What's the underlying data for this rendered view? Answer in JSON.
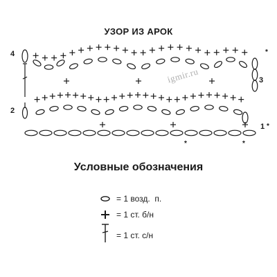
{
  "title": "УЗОР ИЗ АРОК",
  "watermark": "igmir.ru",
  "row_labels": {
    "r1": "1",
    "r2": "2",
    "r3": "3",
    "r4": "4"
  },
  "repeat_marker": "*",
  "legend": {
    "title": "Условные обозначения",
    "items": [
      {
        "icon": "chain-stitch-oval-icon",
        "text": "= 1 возд.  п."
      },
      {
        "icon": "single-crochet-cross-icon",
        "text": "= 1 ст. б/н"
      },
      {
        "icon": "double-crochet-post-icon",
        "text": "= 1 ст. с/н"
      }
    ]
  }
}
